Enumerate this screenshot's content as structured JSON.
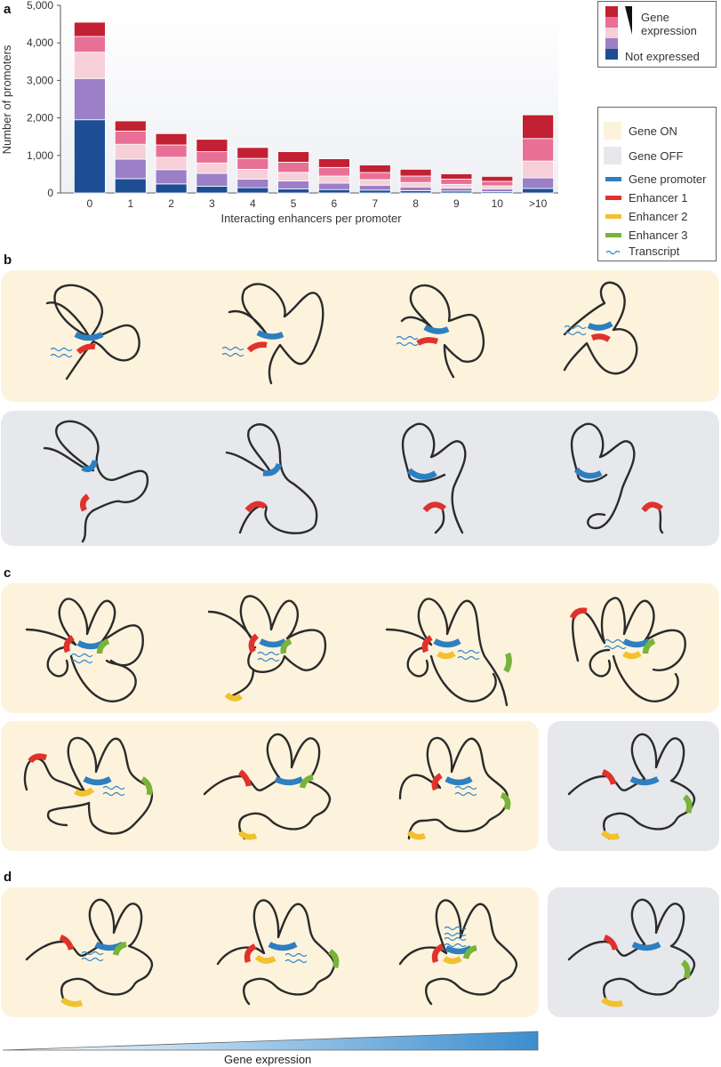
{
  "panels": {
    "a": "a",
    "b": "b",
    "c": "c",
    "d": "d"
  },
  "chart_data": {
    "type": "bar",
    "stacked": true,
    "xlabel": "Interacting enhancers per promoter",
    "ylabel": "Number of promoters",
    "ylim": [
      0,
      5000
    ],
    "yticks": [
      "0",
      "1,000",
      "2,000",
      "3,000",
      "4,000",
      "5,000"
    ],
    "categories": [
      "0",
      "1",
      "2",
      "3",
      "4",
      "5",
      "6",
      "7",
      "8",
      "9",
      "10",
      ">10"
    ],
    "series": [
      {
        "name": "Not expressed",
        "color": "#1d4e94",
        "values": [
          1950,
          380,
          240,
          180,
          140,
          110,
          90,
          75,
          60,
          50,
          40,
          120
        ]
      },
      {
        "name": "",
        "color": "#9b7fc7",
        "values": [
          1100,
          520,
          380,
          340,
          230,
          210,
          170,
          130,
          100,
          80,
          70,
          280
        ]
      },
      {
        "name": "",
        "color": "#f7cfd9",
        "values": [
          700,
          400,
          330,
          280,
          260,
          230,
          190,
          150,
          120,
          100,
          80,
          450
        ]
      },
      {
        "name": "",
        "color": "#e86f96",
        "values": [
          420,
          350,
          330,
          300,
          290,
          270,
          230,
          190,
          170,
          140,
          120,
          600
        ]
      },
      {
        "name": "",
        "color": "#c22033",
        "values": [
          380,
          270,
          300,
          330,
          290,
          280,
          230,
          200,
          180,
          140,
          130,
          630
        ]
      }
    ],
    "legend": {
      "title": "Gene expression",
      "bottom_label": "Not expressed",
      "placement": "top-right"
    },
    "grid": false
  },
  "legend": {
    "gene_on": "Gene ON",
    "gene_off": "Gene OFF",
    "promoter": "Gene promoter",
    "enhancer1": "Enhancer 1",
    "enhancer2": "Enhancer 2",
    "enhancer3": "Enhancer 3",
    "transcript": "Transcript",
    "colors": {
      "on": "#fdf3dc",
      "off": "#e6e8ec",
      "promoter": "#2d7fc0",
      "enhancer1": "#e0322d",
      "enhancer2": "#f2c12e",
      "enhancer3": "#79b33a",
      "transcript": "#2d84c8"
    }
  },
  "expression_bar": {
    "label": "Gene expression"
  }
}
